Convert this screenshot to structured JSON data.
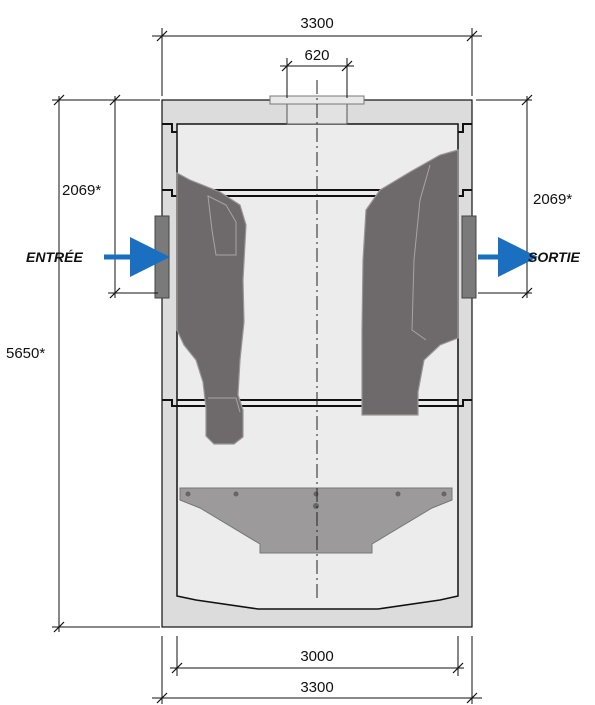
{
  "dimensions": {
    "top_width": "3300",
    "outlet_width": "620",
    "total_height": "5650*",
    "inlet_height": "2069*",
    "outlet_height": "2069*",
    "inner_width": "3000",
    "bottom_width": "3300"
  },
  "flow": {
    "inlet_label": "ENTRÉE",
    "outlet_label": "SORTIE",
    "arrow_color": "#1a6fc0"
  },
  "colors": {
    "wall": "#dcdcdc",
    "interior": "#ececec",
    "baffle": "#6e6a6b",
    "outline": "#111111"
  }
}
